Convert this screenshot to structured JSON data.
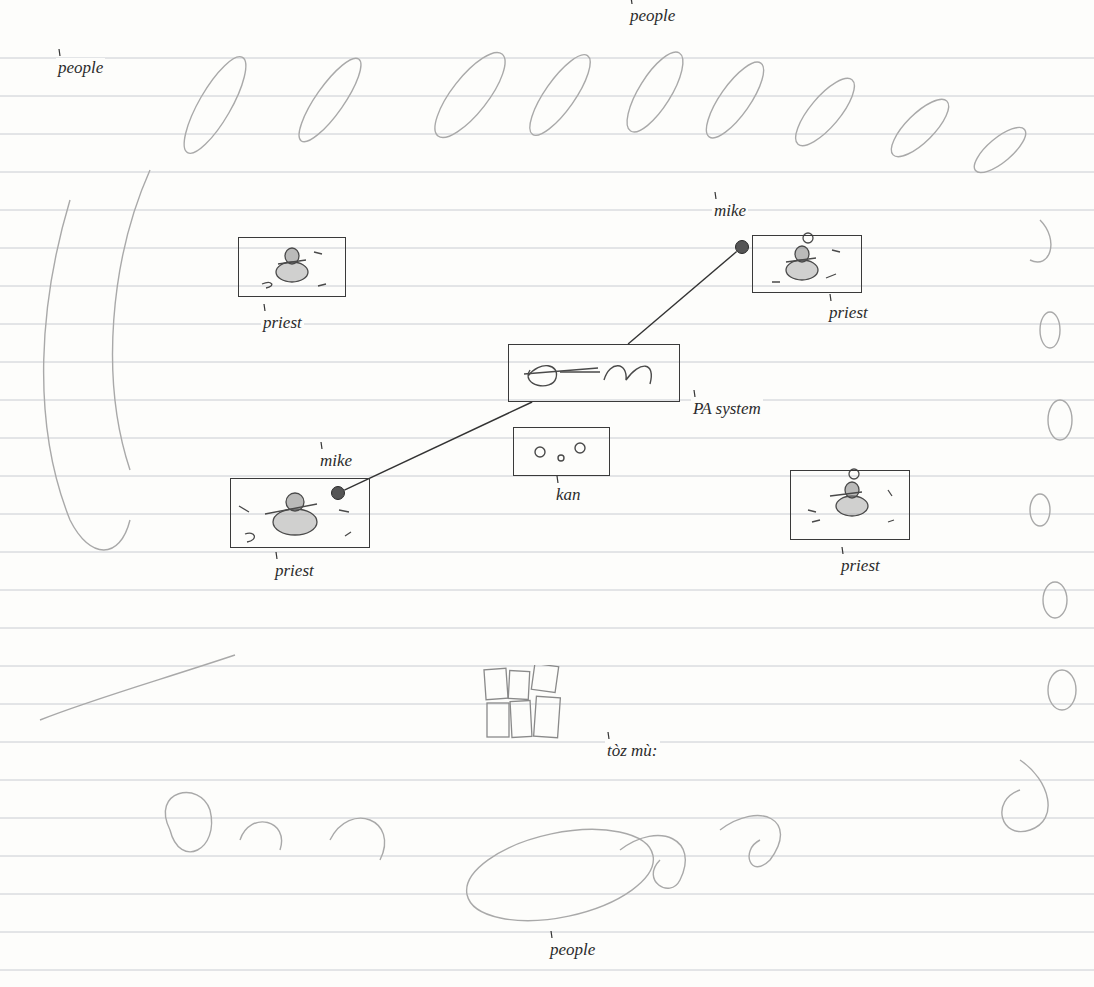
{
  "diagram": {
    "nodes": [
      {
        "text": [
          "priest"
        ]
      },
      {
        "text": [
          "mike"
        ]
      },
      {
        "text": [
          "priest"
        ]
      },
      {
        "text": [
          "PA system"
        ]
      },
      {
        "text": [
          "kan"
        ]
      },
      {
        "text": [
          "mike"
        ]
      },
      {
        "text": [
          "priest"
        ]
      },
      {
        "text": [
          "priest"
        ]
      },
      {
        "text": [
          "tòz mù:"
        ]
      }
    ],
    "edges": [
      {
        "from": 3,
        "to": 1,
        "arrow": "none"
      },
      {
        "from": 3,
        "to": 5,
        "arrow": "none"
      }
    ],
    "labels": [
      "people",
      "people",
      "people"
    ]
  }
}
